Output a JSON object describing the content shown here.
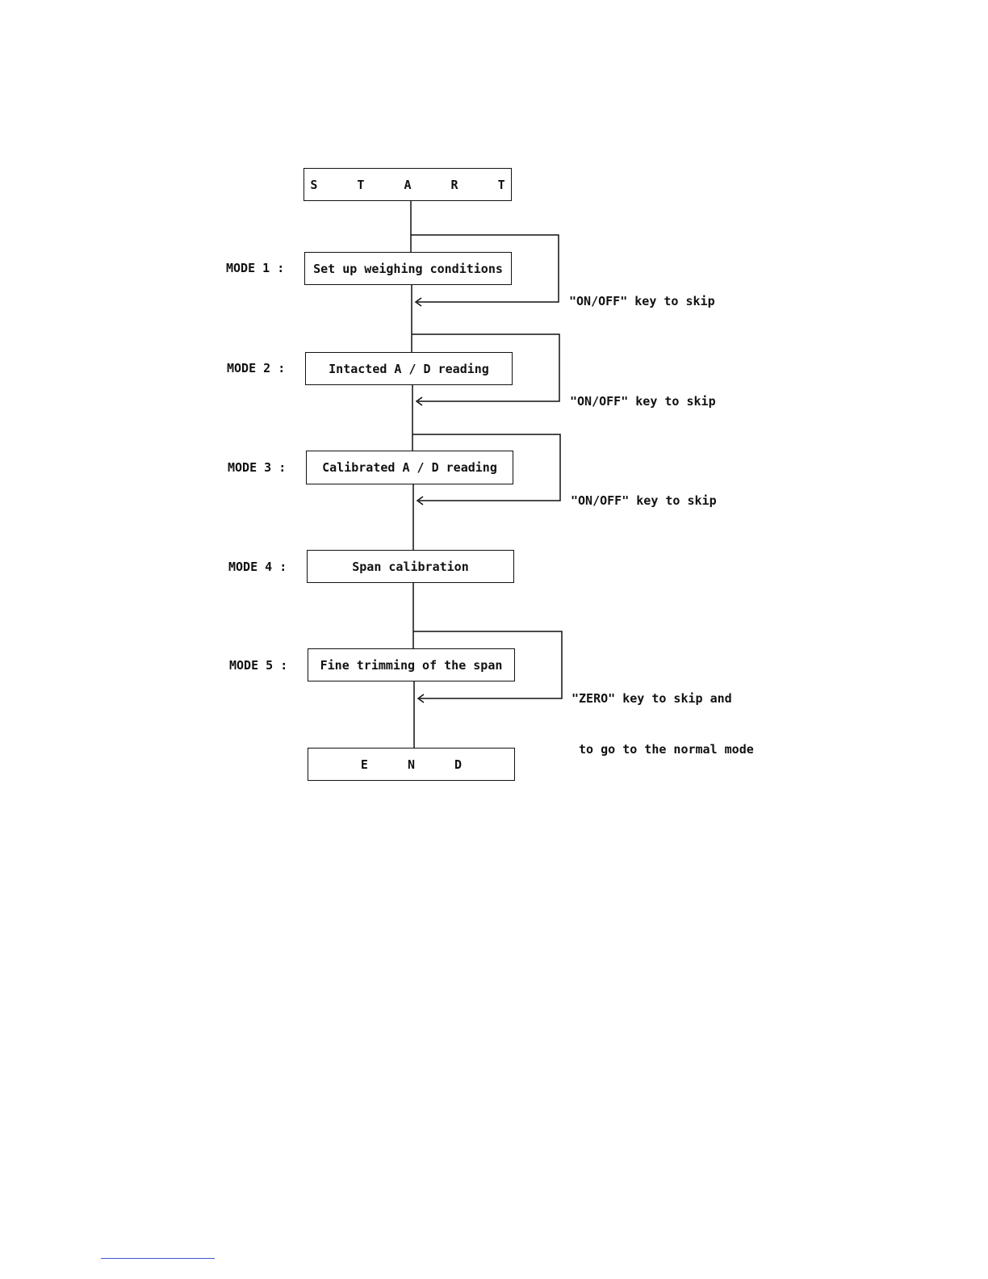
{
  "flowchart": {
    "start": "S T A R T",
    "end": "E N D",
    "modes": [
      {
        "label": "MODE 1 :",
        "step": "Set up weighing conditions",
        "skip_note": [
          "\"ON/OFF\" key to skip"
        ]
      },
      {
        "label": "MODE 2 :",
        "step": "Intacted A / D reading",
        "skip_note": [
          "\"ON/OFF\" key to skip"
        ]
      },
      {
        "label": "MODE 3 :",
        "step": "Calibrated A / D reading",
        "skip_note": [
          "\"ON/OFF\" key to skip"
        ]
      },
      {
        "label": "MODE 4 :",
        "step": "Span calibration"
      },
      {
        "label": "MODE 5 :",
        "step": "Fine trimming of the span",
        "skip_note": [
          "\"ZERO\" key to skip and",
          " to go to the normal mode"
        ]
      }
    ]
  },
  "colors": {
    "line": "#111111",
    "footer_rule": "#3b57c9"
  }
}
